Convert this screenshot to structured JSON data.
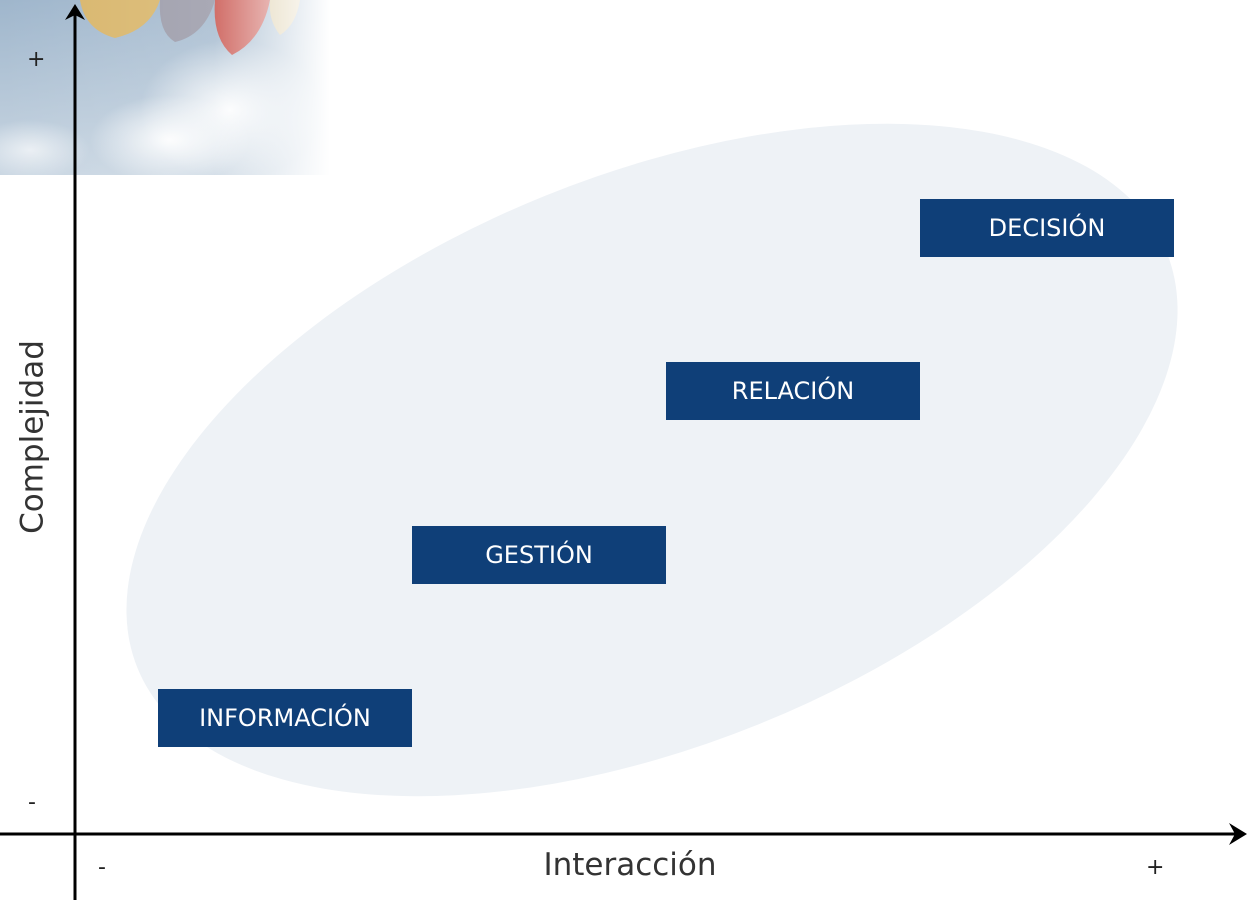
{
  "axes": {
    "x_title": "Interacción",
    "y_title": "Complejidad",
    "x_min_mark": "-",
    "x_max_mark": "+",
    "y_min_mark": "-",
    "y_max_mark": "+"
  },
  "stages": {
    "informacion": "INFORMACIÓN",
    "gestion": "GESTIÓN",
    "relacion": "RELACIÓN",
    "decision": "DECISIÓN"
  },
  "colors": {
    "box_fill": "#0f3f78",
    "box_text": "#ffffff",
    "ellipse_fill": "#eef2f6",
    "axis": "#000000"
  },
  "icons": {
    "corner_image": "sky-balloon-photo"
  }
}
